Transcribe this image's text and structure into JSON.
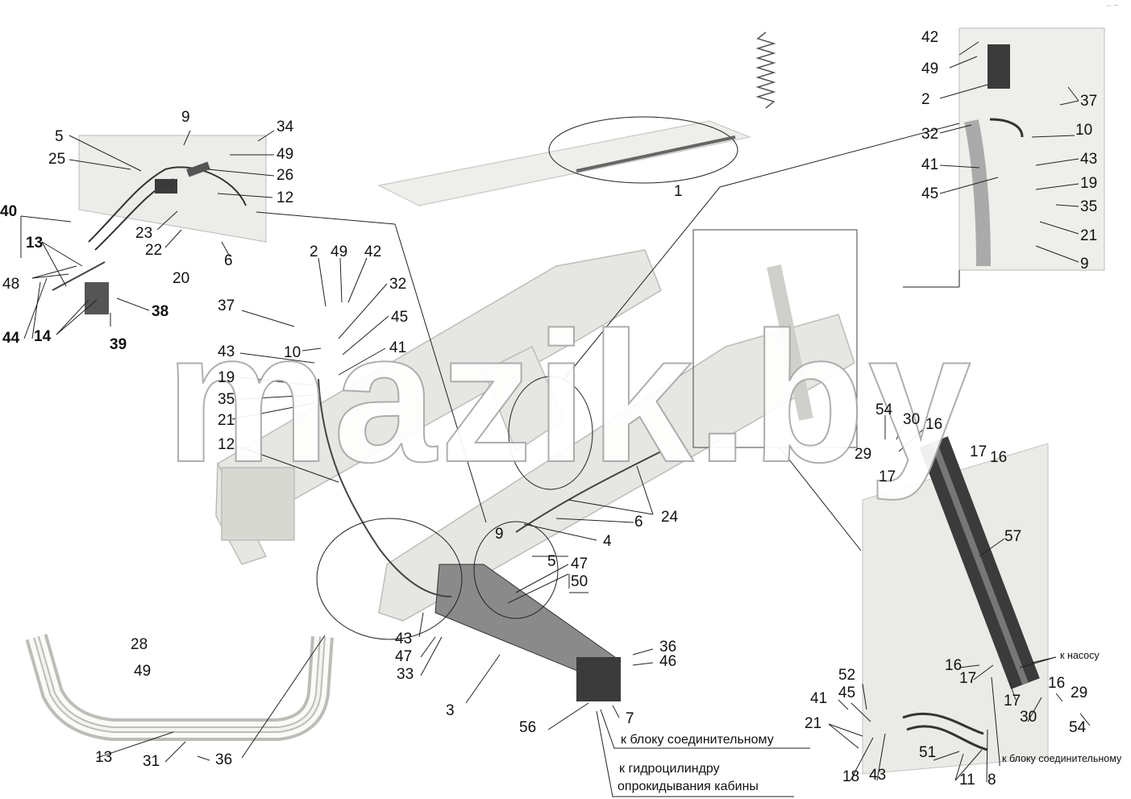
{
  "watermark": "mazik.by",
  "corner_mark": "-- ~",
  "colors": {
    "frame_fill": "#e6e6e2",
    "frame_edge": "#bdbdb8",
    "part_dark": "#3b3b3b",
    "leader": "#222222"
  },
  "callouts": {
    "n1": "1",
    "n2": "2",
    "n3": "3",
    "n4": "4",
    "n5": "5",
    "n6": "6",
    "n7": "7",
    "n8": "8",
    "n9": "9",
    "n10": "10",
    "n11": "11",
    "n12": "12",
    "n13": "13",
    "n14": "14",
    "n16": "16",
    "n17": "17",
    "n18": "18",
    "n19": "19",
    "n20": "20",
    "n21": "21",
    "n22": "22",
    "n23": "23",
    "n24": "24",
    "n25": "25",
    "n26": "26",
    "n28": "28",
    "n29": "29",
    "n30": "30",
    "n31": "31",
    "n32": "32",
    "n33": "33",
    "n34": "34",
    "n35": "35",
    "n36": "36",
    "n37": "37",
    "n38": "38",
    "n39": "39",
    "n40": "40",
    "n41": "41",
    "n42": "42",
    "n43": "43",
    "n44": "44",
    "n45": "45",
    "n46": "46",
    "n47": "47",
    "n48": "48",
    "n49": "49",
    "n50": "50",
    "n51": "51",
    "n52": "52",
    "n54": "54",
    "n56": "56",
    "n57": "57"
  },
  "notes": {
    "to_connector_block": "к блоку соединительному",
    "to_cylinder": "к гидроцилиндру",
    "cab_tilt": "опрокидывания кабины",
    "to_pump": "к насосу",
    "to_connector_block_right": "к блоку соединительному"
  }
}
